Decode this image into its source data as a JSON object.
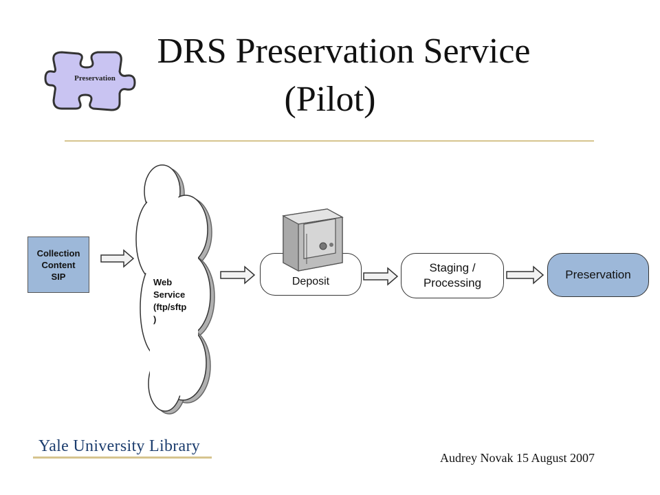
{
  "title": {
    "line1": "DRS Preservation Service",
    "line2": "(Pilot)"
  },
  "puzzle": {
    "label": "Preservation",
    "icon": "puzzle-piece-icon",
    "color": "#c9c4f2"
  },
  "sip": {
    "lines": [
      "Collection",
      "Content",
      "SIP"
    ],
    "color": "#9db8d9"
  },
  "cloud": {
    "lines": [
      "Web",
      "Service",
      "(ftp/sftp",
      ")"
    ]
  },
  "deposit": {
    "label": "Deposit",
    "icon": "safe-icon"
  },
  "staging": {
    "lines": [
      "Staging /",
      "Processing"
    ]
  },
  "preservation": {
    "label": "Preservation",
    "color": "#9db8d9"
  },
  "logo": {
    "text": "Yale University Library"
  },
  "footer": {
    "text": "Audrey Novak 15 August 2007"
  }
}
